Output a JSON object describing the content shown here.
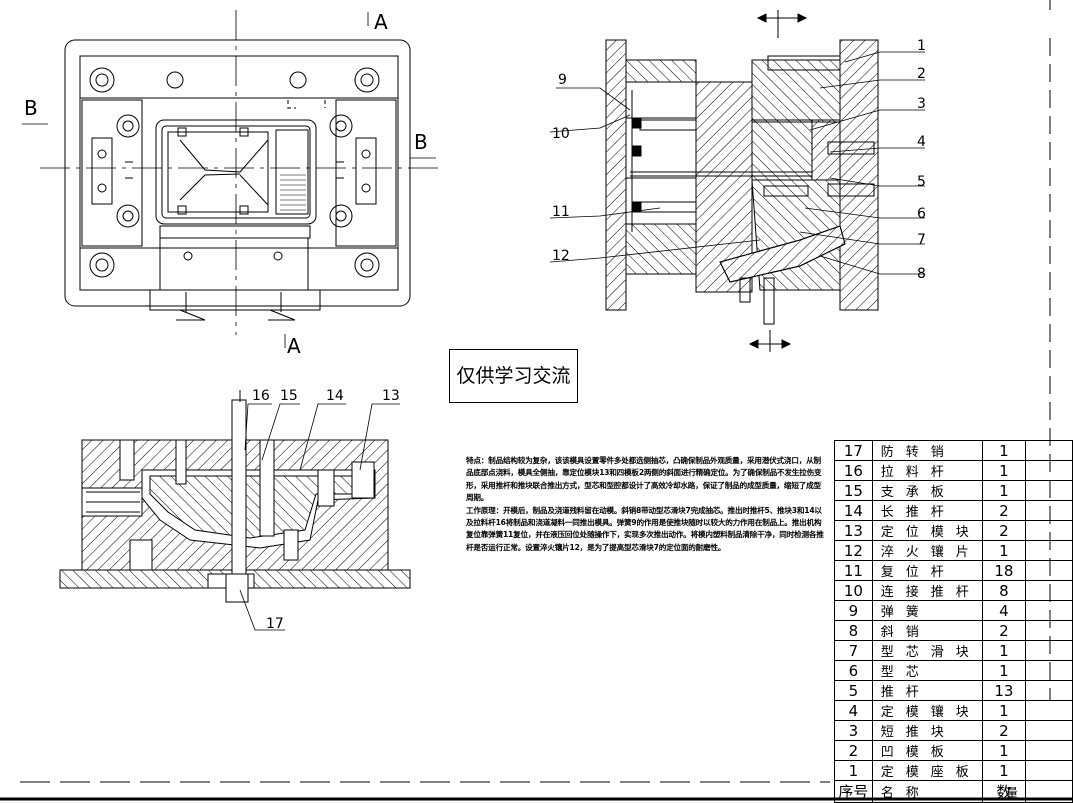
{
  "views": {
    "plan": {
      "section_a_top": "A",
      "section_a_bottom": "A",
      "section_b_left": "B",
      "section_b_right": "B"
    }
  },
  "callouts_side": [
    "1",
    "2",
    "3",
    "4",
    "5",
    "6",
    "7",
    "8"
  ],
  "callouts_left": [
    "9",
    "10",
    "11",
    "12"
  ],
  "callouts_bottom": [
    "16",
    "15",
    "14",
    "13",
    "17"
  ],
  "watermark": "仅供学习交流",
  "notes": {
    "p1": "特点：制品结构较为复杂，该该模具设置零件多处都选侧抽芯，凸确保制品外观质量，采用潜伏式浇口，从制品底部点浇料，模具全侧抽，靠定位模块13和四模板2两侧的斜面进行精确定位。为了确保制品不发生拉伤变形，采用推杆和推块联合推出方式，型芯和型腔都设计了高效冷却水路，保证了制品的成型质量，缩短了成型周期。",
    "p2": "工作原理：开模后，制品及浇道残料留在动模。斜销8带动型芯滑块7完成抽芯。推出时推杆5、推块3和14以及拉料杆16将制品和浇道凝料一同推出模具。弹簧9的作用是使推块随时以较大的力作用在制品上。推出机构复位靠弹簧11复位，并在液压回位处随操作下，实现多次推出动作。将模内塑料制品清除干净，同时检测各推杆是否运行正常。设置淬火镶片12，是为了提高型芯滑块7的定位面的耐磨性。"
  },
  "bom": {
    "rows": [
      {
        "no": "17",
        "name": "防转销",
        "qty": "1"
      },
      {
        "no": "16",
        "name": "拉料杆",
        "qty": "1"
      },
      {
        "no": "15",
        "name": "支承板",
        "qty": "1"
      },
      {
        "no": "14",
        "name": "长推杆",
        "qty": "2"
      },
      {
        "no": "13",
        "name": "定位模块",
        "qty": "2"
      },
      {
        "no": "12",
        "name": "淬火镶片",
        "qty": "1"
      },
      {
        "no": "11",
        "name": "复位杆",
        "qty": "18"
      },
      {
        "no": "10",
        "name": "连接推杆",
        "qty": "8"
      },
      {
        "no": "9",
        "name": "弹簧",
        "qty": "4"
      },
      {
        "no": "8",
        "name": "斜销",
        "qty": "2"
      },
      {
        "no": "7",
        "name": "型芯滑块",
        "qty": "1"
      },
      {
        "no": "6",
        "name": "型芯",
        "qty": "1"
      },
      {
        "no": "5",
        "name": "推杆",
        "qty": "13"
      },
      {
        "no": "4",
        "name": "定模镶块",
        "qty": "1"
      },
      {
        "no": "3",
        "name": "短推块",
        "qty": "2"
      },
      {
        "no": "2",
        "name": "凹模板",
        "qty": "1"
      },
      {
        "no": "1",
        "name": "定模座板",
        "qty": "1"
      }
    ],
    "header": {
      "no": "序号",
      "name": "名称",
      "qty": "数"
    },
    "footer_char": "量"
  }
}
